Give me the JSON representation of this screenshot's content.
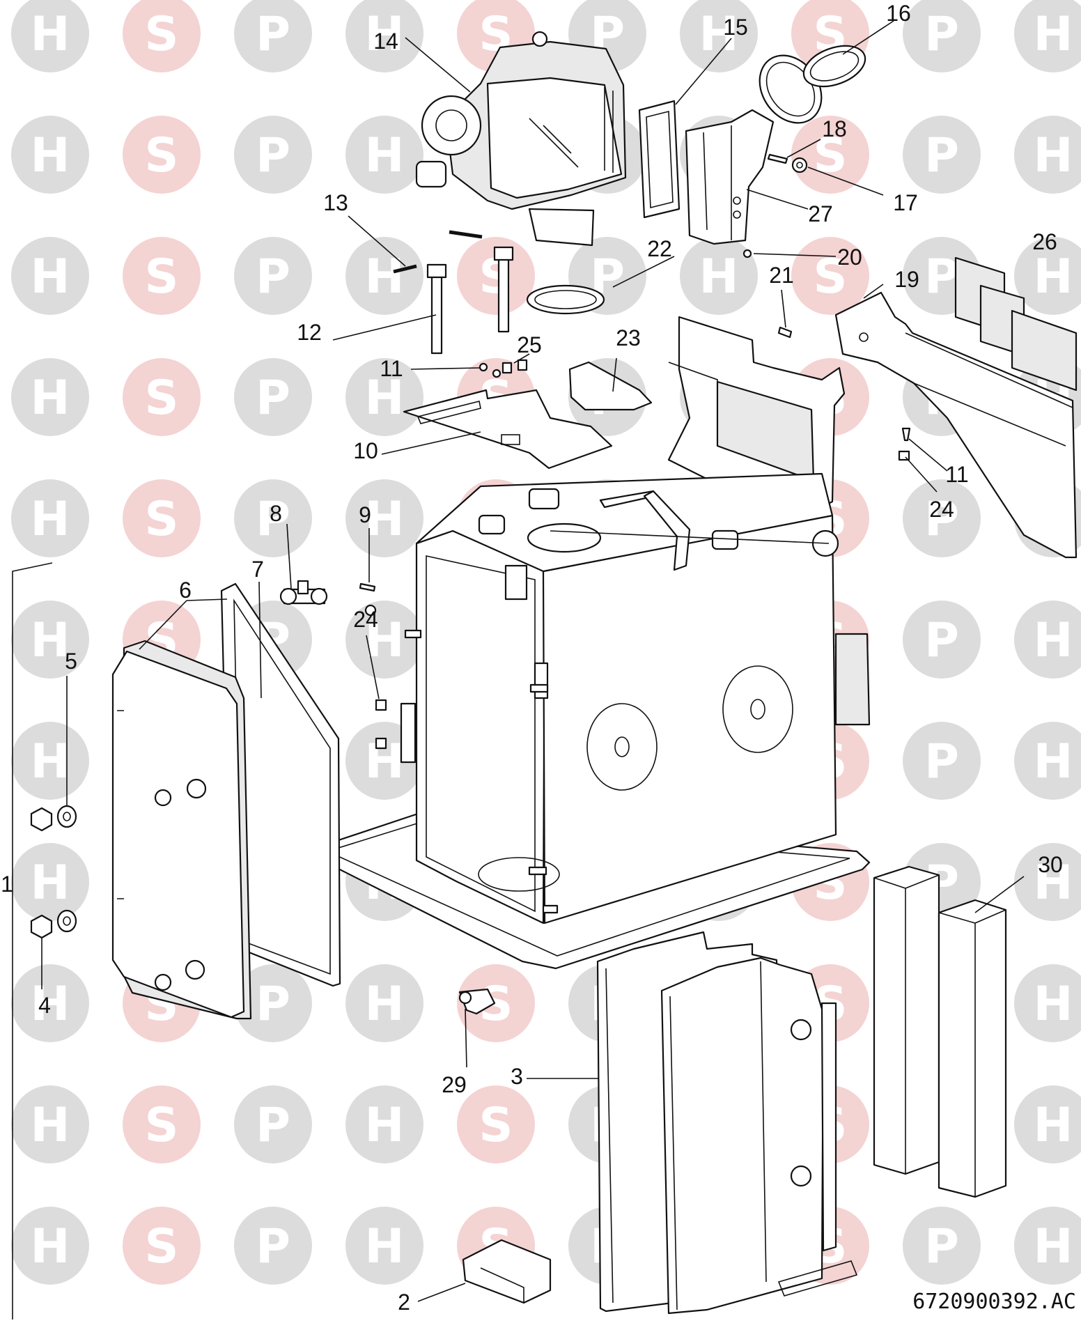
{
  "watermark": {
    "letters": [
      "H",
      "S",
      "P"
    ],
    "colors": {
      "H": "#dcdcdc",
      "S": "#f4d3d3",
      "P": "#dcdcdc",
      "letter": "#ffffff"
    }
  },
  "drawing_number": "6720900392.AC",
  "callouts": [
    "1",
    "2",
    "3",
    "4",
    "5",
    "6",
    "7",
    "8",
    "9",
    "10",
    "11",
    "12",
    "13",
    "14",
    "15",
    "16",
    "17",
    "18",
    "19",
    "20",
    "21",
    "22",
    "23",
    "24",
    "25",
    "26",
    "27",
    "29",
    "30"
  ]
}
